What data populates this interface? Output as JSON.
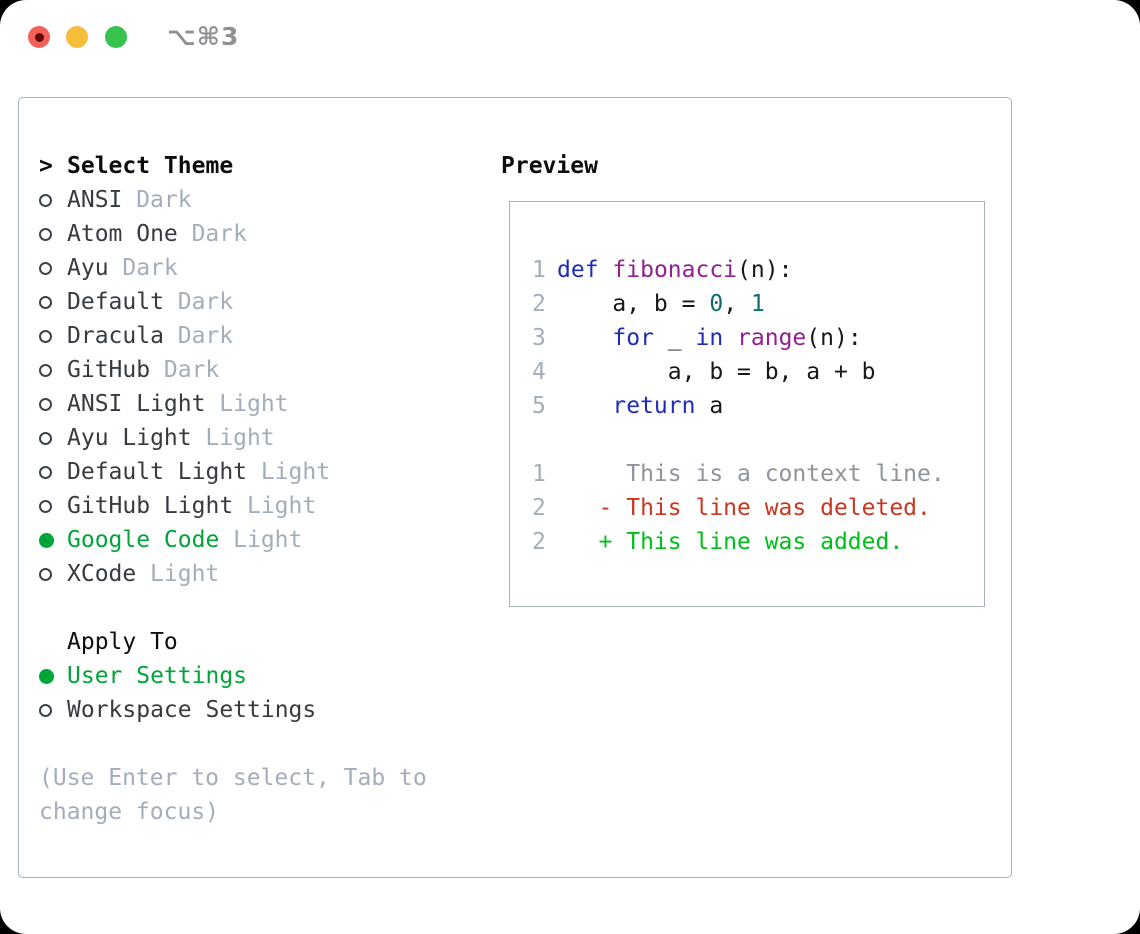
{
  "titlebar": {
    "shortcut_label": "⌥⌘3",
    "traffic_lights": [
      {
        "name": "close",
        "color": "#f4605a",
        "has_inner_dot": true
      },
      {
        "name": "minimize",
        "color": "#f6bd3b",
        "has_inner_dot": false
      },
      {
        "name": "zoom",
        "color": "#36c24c",
        "has_inner_dot": false
      }
    ]
  },
  "theme_panel": {
    "header": {
      "marker": ">",
      "label": "Select Theme"
    },
    "items": [
      {
        "label": "ANSI",
        "variant": "Dark",
        "selected": false
      },
      {
        "label": "Atom One",
        "variant": "Dark",
        "selected": false
      },
      {
        "label": "Ayu",
        "variant": "Dark",
        "selected": false
      },
      {
        "label": "Default",
        "variant": "Dark",
        "selected": false
      },
      {
        "label": "Dracula",
        "variant": "Dark",
        "selected": false
      },
      {
        "label": "GitHub",
        "variant": "Dark",
        "selected": false
      },
      {
        "label": "ANSI Light",
        "variant": "Light",
        "selected": false
      },
      {
        "label": "Ayu Light",
        "variant": "Light",
        "selected": false
      },
      {
        "label": "Default Light",
        "variant": "Light",
        "selected": false
      },
      {
        "label": "GitHub Light",
        "variant": "Light",
        "selected": false
      },
      {
        "label": "Google Code",
        "variant": "Light",
        "selected": true
      },
      {
        "label": "XCode",
        "variant": "Light",
        "selected": false
      }
    ]
  },
  "apply_panel": {
    "header": "Apply To",
    "items": [
      {
        "label": "User Settings",
        "selected": true
      },
      {
        "label": "Workspace Settings",
        "selected": false
      }
    ]
  },
  "hint": "(Use Enter to select, Tab to change focus)",
  "preview": {
    "header": "Preview",
    "code_lines": [
      {
        "num": "1",
        "segments": [
          {
            "text": "def",
            "cls": "kw"
          },
          {
            "text": " "
          },
          {
            "text": "fibonacci",
            "cls": "fn"
          },
          {
            "text": "(n):"
          }
        ]
      },
      {
        "num": "2",
        "segments": [
          {
            "text": "    a, b = "
          },
          {
            "text": "0",
            "cls": "lit"
          },
          {
            "text": ", "
          },
          {
            "text": "1",
            "cls": "lit"
          }
        ]
      },
      {
        "num": "3",
        "segments": [
          {
            "text": "    "
          },
          {
            "text": "for",
            "cls": "kw"
          },
          {
            "text": " _ "
          },
          {
            "text": "in",
            "cls": "kw"
          },
          {
            "text": " "
          },
          {
            "text": "range",
            "cls": "fn"
          },
          {
            "text": "(n):"
          }
        ]
      },
      {
        "num": "4",
        "segments": [
          {
            "text": "        a, b = b, a + b"
          }
        ]
      },
      {
        "num": "5",
        "segments": [
          {
            "text": "    "
          },
          {
            "text": "return",
            "cls": "kw"
          },
          {
            "text": " a"
          }
        ]
      }
    ],
    "diff_lines": [
      {
        "num": "1",
        "segments": [
          {
            "text": "     This is a context line.",
            "cls": "context"
          }
        ]
      },
      {
        "num": "2",
        "segments": [
          {
            "text": "   "
          },
          {
            "text": "- This line was deleted.",
            "cls": "removed"
          }
        ]
      },
      {
        "num": "2",
        "segments": [
          {
            "text": "   "
          },
          {
            "text": "+ This line was added.",
            "cls": "added"
          }
        ]
      }
    ]
  },
  "colors": {
    "window_bg": "#ffffff",
    "border": "#a9b3bf",
    "text_primary": "#363b41",
    "text_heading": "#0b0d10",
    "text_muted": "#a3adbb",
    "accent_green": "#00a438",
    "diff_added": "#00bf18",
    "diff_removed": "#c8371f",
    "diff_context": "#8d949c",
    "syntax_keyword": "#1e2db8",
    "syntax_function": "#8f2190",
    "syntax_literal": "#0c6b6e",
    "traffic_red": "#f4605a",
    "traffic_yellow": "#f6bd3b",
    "traffic_green": "#36c24c"
  }
}
